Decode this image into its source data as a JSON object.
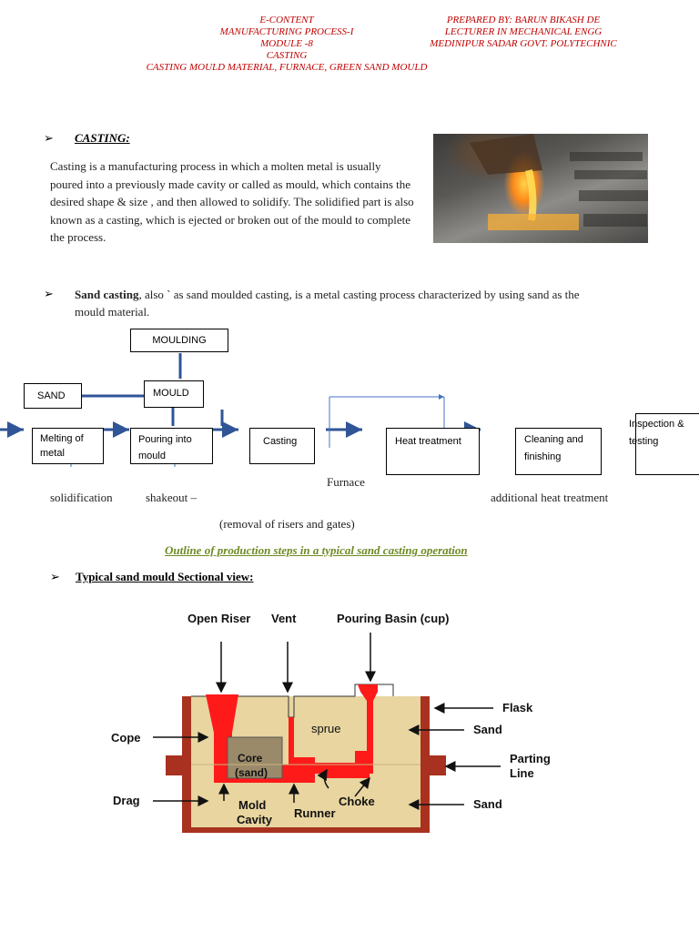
{
  "header": {
    "left": [
      "E-CONTENT",
      "MANUFACTURING PROCESS-I",
      "MODULE -8",
      "CASTING",
      "CASTING MOULD MATERIAL, FURNACE, GREEN SAND MOULD"
    ],
    "right": [
      "PREPARED BY: BARUN BIKASH DE",
      "LECTURER IN MECHANICAL ENGG",
      "MEDINIPUR SADAR GOVT. POLYTECHNIC"
    ]
  },
  "casting": {
    "title": "CASTING:",
    "paragraph": "Casting is a manufacturing process in which a molten metal is usually poured into a previously made cavity or called as mould, which contains the desired shape & size , and then allowed to solidify. The solidified part is also known as a casting, which is ejected or broken out of the mould to complete the process."
  },
  "sand_casting": {
    "bold": "Sand casting",
    "rest": ", also ` as sand moulded casting, is a metal casting process characterized by using sand as the mould material."
  },
  "flow": {
    "moulding": "MOULDING",
    "sand": "SAND",
    "mould": "MOULD",
    "melting": "Melting of metal",
    "pouring": "Pouring into mould",
    "casting": "Casting",
    "heat": "Heat treatment",
    "cleaning": "Cleaning and finishing",
    "inspection": "Inspection & testing",
    "furnace": "Furnace",
    "solidification": "solidification",
    "shakeout": "shakeout –",
    "additional": "additional heat treatment",
    "removal": "(removal of risers and gates)"
  },
  "caption": "Outline of production steps in a typical sand casting operation",
  "mould_section": {
    "title": "Typical sand mould Sectional view:",
    "labels": {
      "open_riser": "Open Riser",
      "vent": "Vent",
      "pouring_basin": "Pouring Basin (cup)",
      "flask": "Flask",
      "cope": "Cope",
      "sand_top": "Sand",
      "sprue": "sprue",
      "parting_line_1": "Parting",
      "parting_line_2": "Line",
      "core_1": "Core",
      "core_2": "(sand)",
      "drag": "Drag",
      "choke": "Choke",
      "sand_bottom": "Sand",
      "mold_cavity_1": "Mold",
      "mold_cavity_2": "Cavity",
      "runner": "Runner"
    }
  },
  "colors": {
    "header_text": "#c00000",
    "caption": "#6e8b24",
    "arrow_blue": "#2f5597",
    "flask": "#a8321f",
    "sand": "#e8d5a0",
    "metal": "#ff1a1a",
    "core": "#9a8a6a"
  },
  "icons": [
    "arrowhead-bullet-icon"
  ]
}
